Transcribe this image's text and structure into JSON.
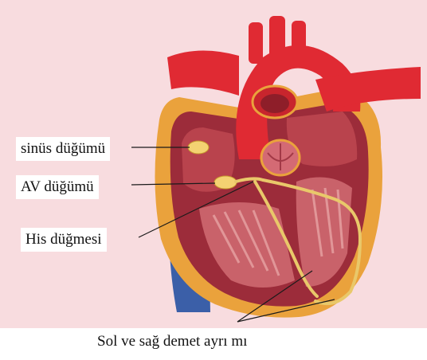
{
  "labels": {
    "sinus_node": "sinüs düğümü",
    "av_node": "AV düğümü",
    "his_bundle": "His düğmesi",
    "bundle_branches": "Sol ve sağ demet ayrı mı"
  },
  "colors": {
    "background": "#f8dcdf",
    "aorta": "#e02a33",
    "myocardium": "#9c2c3a",
    "pericardial_fat": "#eaa23c",
    "vena_cava": "#3b5fa8",
    "nodes": "#f4d272",
    "conduction_path": "#e9c86a"
  }
}
